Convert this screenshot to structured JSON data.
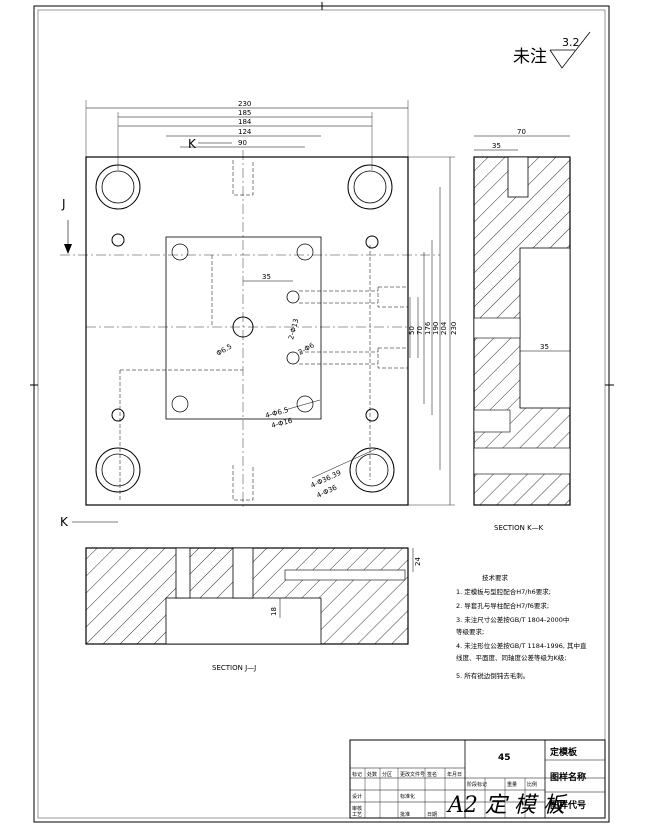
{
  "surface": {
    "label": "未注",
    "value": "3.2"
  },
  "front_view": {
    "dims_top": [
      "230",
      "185",
      "184",
      "124",
      "90"
    ],
    "dims_right": [
      "230",
      "204",
      "190",
      "176",
      "70",
      "50"
    ],
    "dim_35": "35",
    "section_marks": {
      "k_top": "K",
      "j_left": "J",
      "k_bottom": "K"
    },
    "hole_labels": [
      "4-Φ6.5",
      "4-Φ16",
      "4-Φ36",
      "4-Φ36.39",
      "Φ6.5",
      "2-Φ13",
      "2-Φ6"
    ]
  },
  "side_view": {
    "dim_70": "70",
    "dim_35_top": "35",
    "dim_35_mid": "35",
    "title": "SECTION K—K"
  },
  "bottom_view": {
    "dim_24": "24",
    "dim_18": "18",
    "title": "SECTION J—J"
  },
  "tech_notes": {
    "heading": "技术要求",
    "items": [
      "1. 定模板与型腔配合H7/h6要求;",
      "2. 导套孔与导柱配合H7/f6要求;",
      "3. 未注尺寸公差按GB/T 1804-2000中",
      "   等级要求;",
      "4. 未注形位公差按GB/T 1184-1996, 其中直",
      "   线度、平面度、同轴度公差等级为K级;",
      "5. 所有锐边倒钝去毛刺。"
    ]
  },
  "title_block": {
    "part_no": "45",
    "name": "定模板",
    "drawing_name": "图样名称",
    "drawing_no": "图样代号",
    "cells": [
      "标记",
      "处数",
      "分区",
      "更改文件号",
      "签名",
      "年月日",
      "设计",
      "标准化",
      "阶段标记",
      "重量",
      "比例",
      "审核",
      "工艺",
      "批准",
      "日期"
    ],
    "stamp": "A2 定 模 板"
  }
}
